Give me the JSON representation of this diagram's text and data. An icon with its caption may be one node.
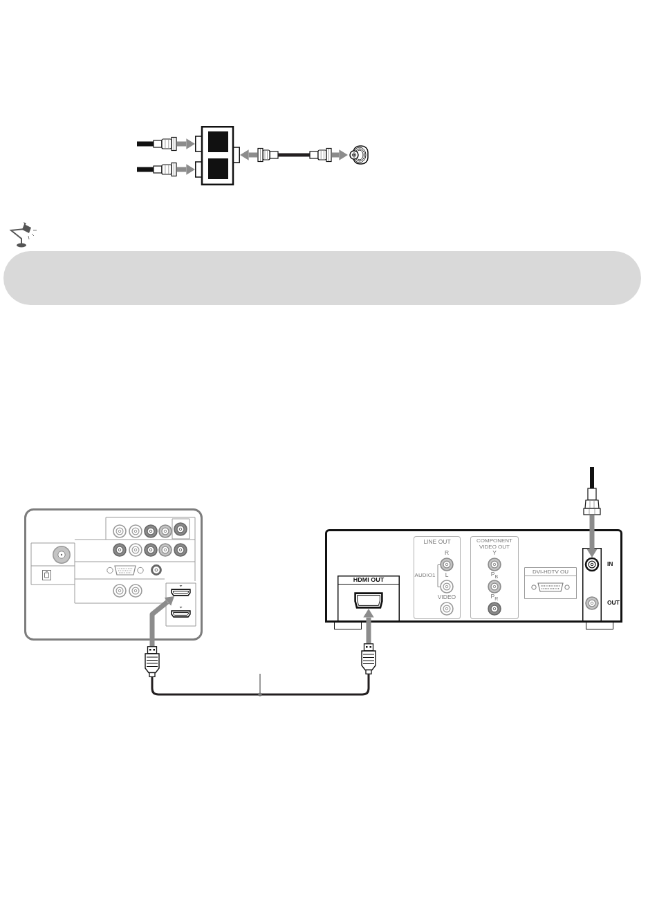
{
  "diagram": {
    "nodes": [
      {
        "text": [],
        "shape": "picture"
      },
      {
        "text": [],
        "shape": "picture"
      },
      {
        "text": [],
        "shape": "picture"
      },
      {
        "text": [],
        "shape": "picture"
      },
      {
        "text": [],
        "shape": "picture"
      },
      {
        "text": [],
        "shape": "picture"
      },
      {
        "text": [],
        "shape": "band"
      },
      {
        "text": [],
        "shape": "picture"
      },
      {
        "text": [],
        "shape": "picture"
      },
      {
        "text": [],
        "shape": "picture",
        "in": 8
      },
      {
        "text": [],
        "shape": "picture"
      },
      {
        "text": [
          "HDMI OUT"
        ],
        "in": 10
      },
      {
        "text": [],
        "shape": "picture",
        "in": 11
      },
      {
        "text": [
          "LINE OUT",
          "R",
          "AUDIO1",
          "L",
          "VIDEO"
        ],
        "in": 10
      },
      {
        "text": [
          "COMPONENT VIDEO OUT",
          "Y",
          "P$_{B}$",
          "P$_{R}$"
        ],
        "in": 10
      },
      {
        "text": [
          "DVI-HDTV OU"
        ],
        "in": 10
      },
      {
        "text": [],
        "shape": "box",
        "in": 10
      },
      {
        "text": [],
        "shape": "circle",
        "beside": [
          "IN"
        ],
        "in": 16
      },
      {
        "text": [],
        "shape": "circle",
        "beside": [
          "OUT"
        ],
        "in": 16
      },
      {
        "text": [],
        "shape": "picture"
      },
      {
        "text": [],
        "shape": "picture"
      }
    ],
    "edges": [
      {
        "from": 0,
        "to": 2,
        "arrow": "to"
      },
      {
        "from": 1,
        "to": 2,
        "arrow": "to"
      },
      {
        "from": 3,
        "to": 2,
        "arrow": "to"
      },
      {
        "from": 3,
        "to": 4,
        "arrow": "none",
        "color": "#231f20"
      },
      {
        "from": 4,
        "to": 5,
        "arrow": "to"
      },
      {
        "from": 7,
        "to": 17,
        "arrow": "to"
      },
      {
        "from": 19,
        "to": 9,
        "arrow": "to"
      },
      {
        "from": 20,
        "to": 12,
        "arrow": "to"
      },
      {
        "from": 19,
        "to": 20,
        "arrow": "none",
        "color": "#231f20"
      }
    ]
  }
}
